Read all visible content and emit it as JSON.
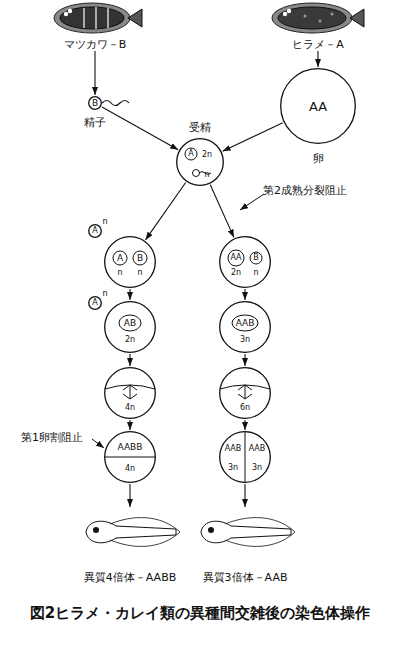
{
  "diagram": {
    "caption": "図2ヒラメ・カレイ類の異種間交雑後の染色体操作",
    "nodes": [
      {
        "text": [
          "マツカワ－B"
        ]
      },
      {
        "text": [
          "ヒラメ－A"
        ]
      },
      {
        "text": [
          "B",
          "精子"
        ]
      },
      {
        "text": [
          "AA",
          "卵"
        ]
      },
      {
        "text": [
          "受精",
          "A",
          "2n",
          "n"
        ]
      },
      {
        "text": [
          "A",
          "n"
        ]
      },
      {
        "text": [
          "A",
          "B",
          "n",
          "n"
        ]
      },
      {
        "text": [
          "A",
          "n"
        ]
      },
      {
        "text": [
          "AB",
          "2n"
        ]
      },
      {
        "text": [
          "4n"
        ]
      },
      {
        "text": [
          "AABB",
          "4n"
        ]
      },
      {
        "text": [
          "異質4倍体－AABB"
        ]
      },
      {
        "text": [
          "AA",
          "B",
          "2n",
          "n"
        ]
      },
      {
        "text": [
          "AAB",
          "3n"
        ]
      },
      {
        "text": [
          "6n"
        ]
      },
      {
        "text": [
          "AAB",
          "AAB",
          "3n",
          "3n"
        ]
      },
      {
        "text": [
          "異質3倍体－AAB"
        ]
      }
    ],
    "edges": [
      {
        "from": 0,
        "to": 2,
        "arrow": "to"
      },
      {
        "from": 1,
        "to": 3,
        "arrow": "to"
      },
      {
        "from": 2,
        "to": 4,
        "arrow": "to"
      },
      {
        "from": 3,
        "to": 4,
        "arrow": "to"
      },
      {
        "from": 4,
        "to": 6,
        "arrow": "to"
      },
      {
        "from": 4,
        "to": 12,
        "arrow": "to"
      },
      {
        "from": 6,
        "to": 8,
        "arrow": "to"
      },
      {
        "from": 8,
        "to": 9,
        "arrow": "to"
      },
      {
        "from": 9,
        "to": 10,
        "arrow": "to"
      },
      {
        "from": 10,
        "to": 11,
        "arrow": "to"
      },
      {
        "from": 12,
        "to": 13,
        "arrow": "to"
      },
      {
        "from": 13,
        "to": 14,
        "arrow": "to"
      },
      {
        "from": 14,
        "to": 15,
        "arrow": "to"
      },
      {
        "from": 15,
        "to": 16,
        "arrow": "to"
      }
    ],
    "labels": [
      "第2成熟分裂阻止",
      "第1卵割阻止"
    ]
  }
}
